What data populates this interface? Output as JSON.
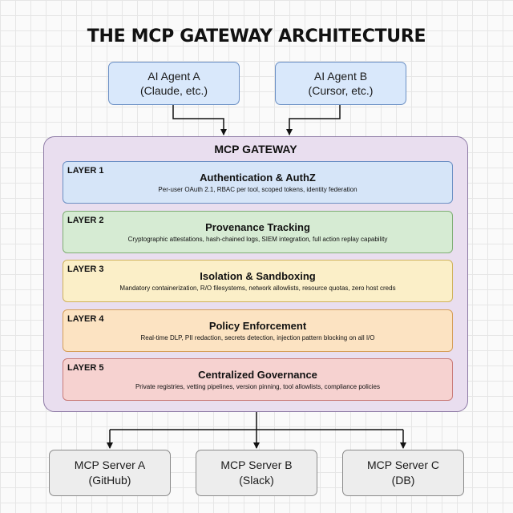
{
  "title": "THE MCP GATEWAY ARCHITECTURE",
  "agents": [
    {
      "name": "AI Agent A",
      "detail": "(Claude, etc.)"
    },
    {
      "name": "AI Agent B",
      "detail": "(Cursor, etc.)"
    }
  ],
  "gateway": {
    "title": "MCP GATEWAY",
    "layers": [
      {
        "tag": "LAYER 1",
        "title": "Authentication & AuthZ",
        "description": "Per-user OAuth 2.1, RBAC per tool, scoped tokens, identity federation"
      },
      {
        "tag": "LAYER 2",
        "title": "Provenance Tracking",
        "description": "Cryptographic attestations, hash-chained logs, SIEM integration, full action replay capability"
      },
      {
        "tag": "LAYER 3",
        "title": "Isolation & Sandboxing",
        "description": "Mandatory containerization, R/O filesystems, network allowlists, resource quotas, zero host creds"
      },
      {
        "tag": "LAYER 4",
        "title": "Policy Enforcement",
        "description": "Real-time DLP, PII redaction, secrets detection, injection pattern blocking on all I/O"
      },
      {
        "tag": "LAYER 5",
        "title": "Centralized Governance",
        "description": "Private registries, vetting pipelines, version pinning, tool allowlists, compliance policies"
      }
    ]
  },
  "servers": [
    {
      "name": "MCP Server A",
      "detail": "(GitHub)"
    },
    {
      "name": "MCP Server B",
      "detail": "(Slack)"
    },
    {
      "name": "MCP Server C",
      "detail": "(DB)"
    }
  ],
  "colors": {
    "agent_fill": "#d9e8fb",
    "gateway_fill": "#e9deef",
    "layer_1": "#d6e5f8",
    "layer_2": "#d6ebd3",
    "layer_3": "#fbefc8",
    "layer_4": "#fce3c2",
    "layer_5": "#f6d2d0",
    "server_fill": "#ededed"
  }
}
